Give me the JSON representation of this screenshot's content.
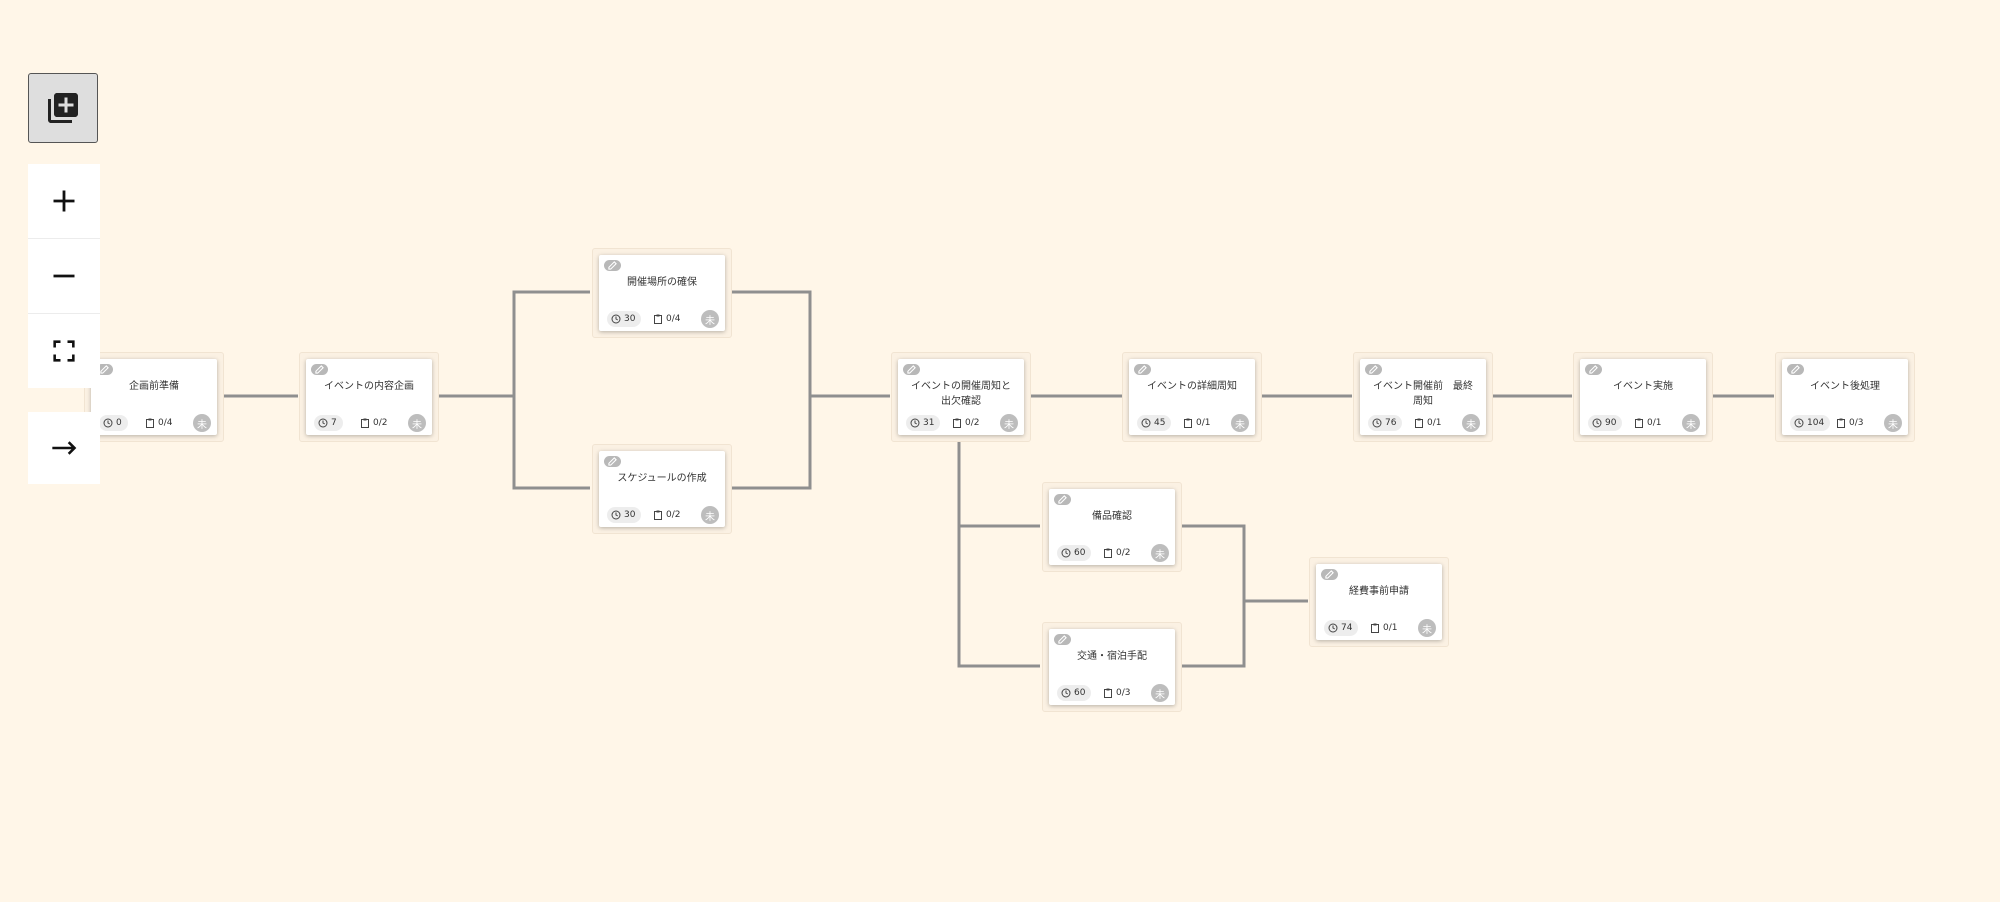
{
  "toolbar": {
    "add_task_icon": "library-add-icon",
    "zoom_in_icon": "plus-icon",
    "zoom_out_icon": "minus-icon",
    "fit_view_icon": "fit-screen-icon",
    "direction_icon": "arrow-right-icon"
  },
  "colors": {
    "background": "#fff6e8",
    "edge": "#8f8f8f",
    "avatar": "#bdbdbd",
    "card": "#ffffff"
  },
  "tasks": [
    {
      "id": "t1",
      "title": "企画前準備",
      "duration": "0",
      "checklist": "0/4",
      "assignee": "未"
    },
    {
      "id": "t2",
      "title": "イベントの内容企画",
      "duration": "7",
      "checklist": "0/2",
      "assignee": "未"
    },
    {
      "id": "t3",
      "title": "開催場所の確保",
      "duration": "30",
      "checklist": "0/4",
      "assignee": "未"
    },
    {
      "id": "t4",
      "title": "スケジュールの作成",
      "duration": "30",
      "checklist": "0/2",
      "assignee": "未"
    },
    {
      "id": "t5",
      "title": "イベントの開催周知と出欠確認",
      "duration": "31",
      "checklist": "0/2",
      "assignee": "未"
    },
    {
      "id": "t6",
      "title": "イベントの詳細周知",
      "duration": "45",
      "checklist": "0/1",
      "assignee": "未"
    },
    {
      "id": "t7",
      "title": "イベント開催前　最終周知",
      "duration": "76",
      "checklist": "0/1",
      "assignee": "未"
    },
    {
      "id": "t8",
      "title": "イベント実施",
      "duration": "90",
      "checklist": "0/1",
      "assignee": "未"
    },
    {
      "id": "t9",
      "title": "イベント後処理",
      "duration": "104",
      "checklist": "0/3",
      "assignee": "未"
    },
    {
      "id": "t10",
      "title": "備品確認",
      "duration": "60",
      "checklist": "0/2",
      "assignee": "未"
    },
    {
      "id": "t11",
      "title": "交通・宿泊手配",
      "duration": "60",
      "checklist": "0/3",
      "assignee": "未"
    },
    {
      "id": "t12",
      "title": "経費事前申請",
      "duration": "74",
      "checklist": "0/1",
      "assignee": "未"
    }
  ],
  "dependencies": [
    [
      "t1",
      "t2"
    ],
    [
      "t2",
      "t3"
    ],
    [
      "t2",
      "t4"
    ],
    [
      "t3",
      "t5"
    ],
    [
      "t4",
      "t5"
    ],
    [
      "t5",
      "t6"
    ],
    [
      "t6",
      "t7"
    ],
    [
      "t7",
      "t8"
    ],
    [
      "t8",
      "t9"
    ],
    [
      "t5",
      "t10"
    ],
    [
      "t5",
      "t11"
    ],
    [
      "t10",
      "t12"
    ],
    [
      "t11",
      "t12"
    ]
  ]
}
